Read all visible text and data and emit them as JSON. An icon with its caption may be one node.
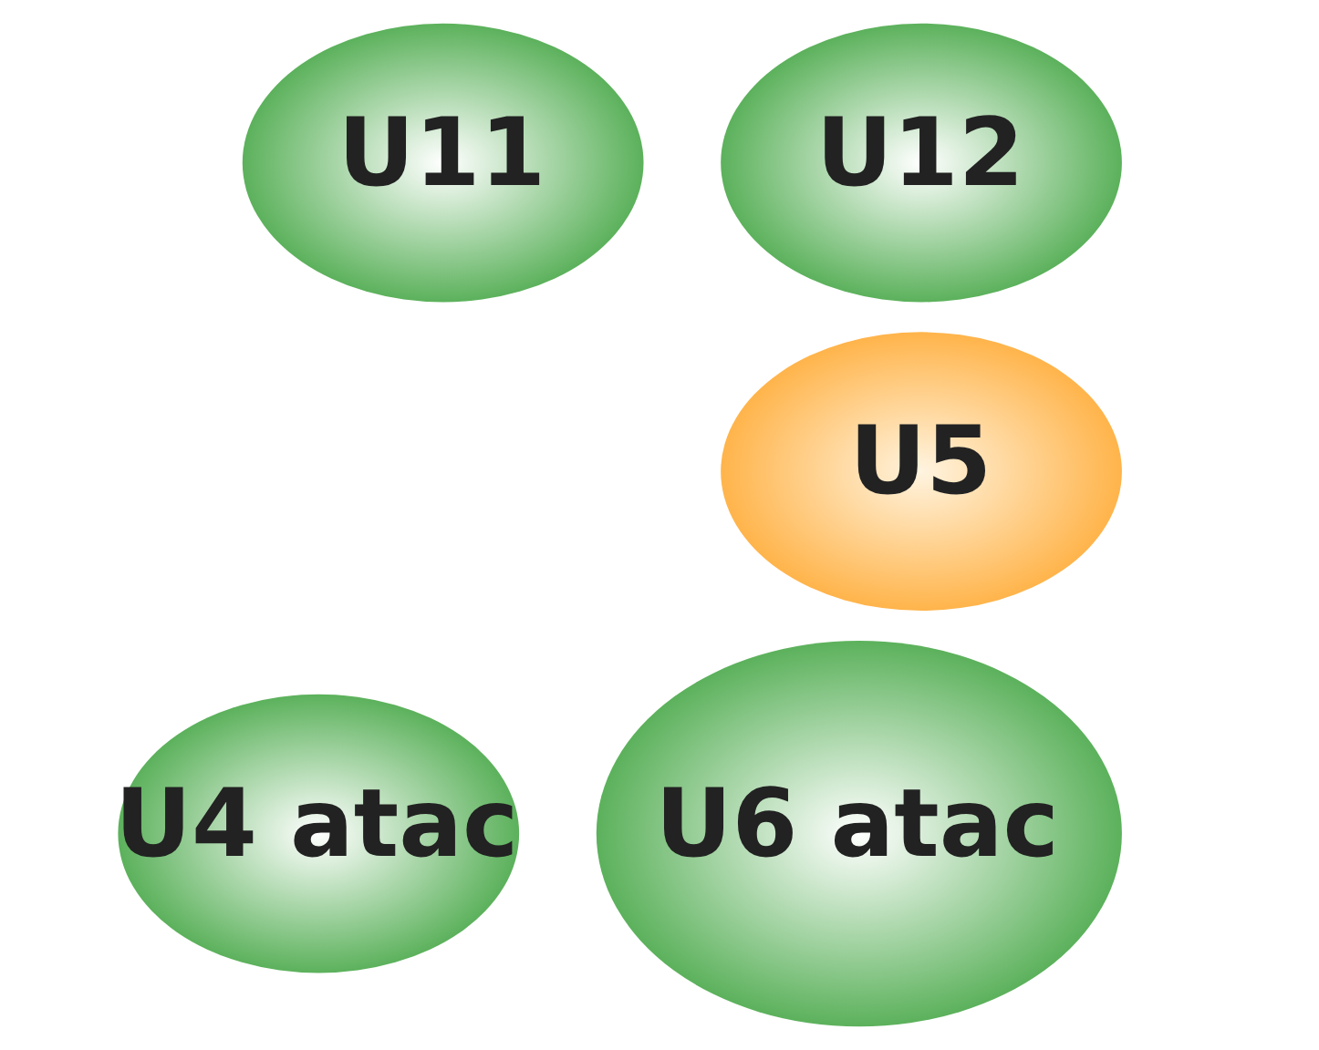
{
  "diagram": {
    "nodes": [
      {
        "text": [
          "U11"
        ]
      },
      {
        "text": [
          "U12"
        ]
      },
      {
        "text": [
          "U5"
        ]
      },
      {
        "text": [
          "U4 atac"
        ]
      },
      {
        "text": [
          "U6 atac"
        ]
      }
    ]
  }
}
